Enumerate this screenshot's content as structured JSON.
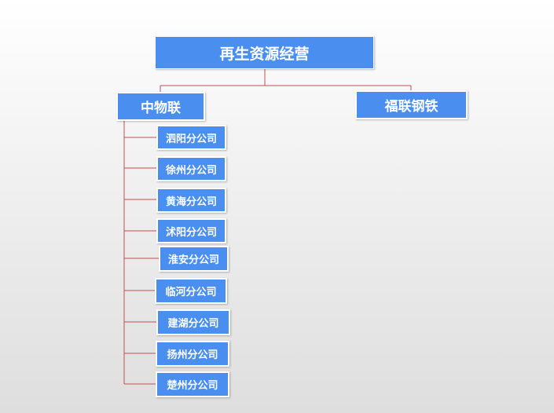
{
  "org_chart": {
    "root": {
      "label": "再生资源经营"
    },
    "level1": [
      {
        "label": "中物联"
      },
      {
        "label": "福联钢铁"
      }
    ],
    "branches": [
      {
        "label": "泗阳分公司"
      },
      {
        "label": "徐州分公司"
      },
      {
        "label": "黄海分公司"
      },
      {
        "label": "沭阳分公司"
      },
      {
        "label": "淮安分公司"
      },
      {
        "label": "临河分公司"
      },
      {
        "label": "建湖分公司"
      },
      {
        "label": "扬州分公司"
      },
      {
        "label": "楚州分公司"
      }
    ],
    "colors": {
      "node_fill": "#4a8ef0",
      "node_text": "#ffffff",
      "connector": "#c0504d"
    }
  }
}
